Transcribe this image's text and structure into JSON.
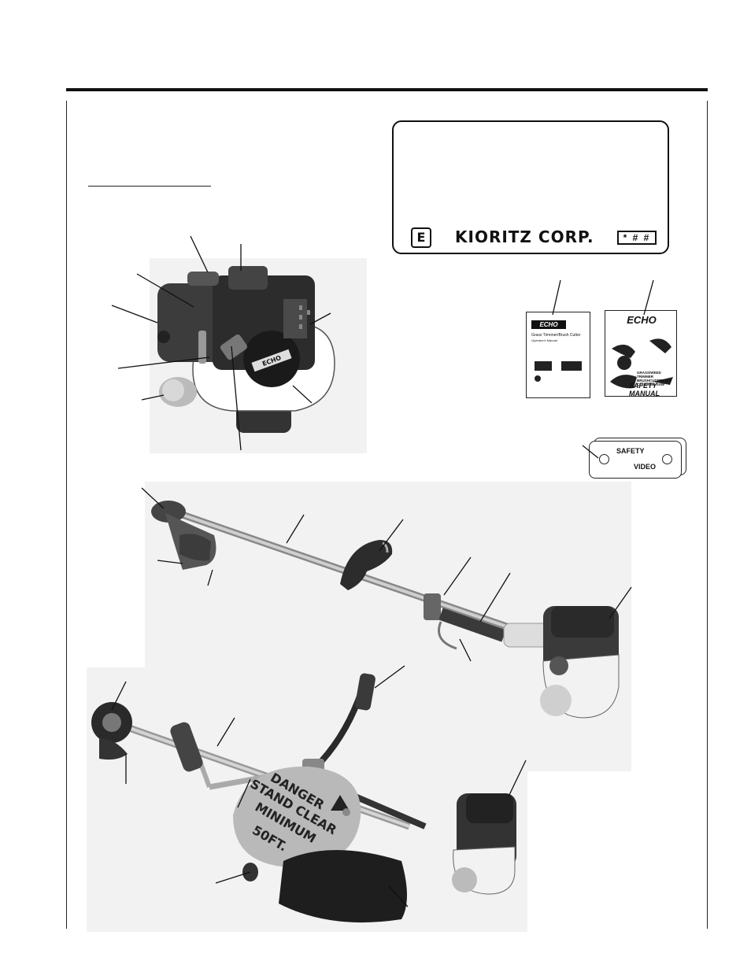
{
  "serial_label": {
    "logo": "E",
    "company": "KIORITZ  CORP.",
    "code": "* # #"
  },
  "operators_manual": {
    "brand": "ECHO",
    "title": "Grass Trimmer/Brush Cutter",
    "subtitle": "Operator's Manual"
  },
  "safety_manual": {
    "brand": "ECHO",
    "subtitle": "GRASS/WEED TRIMMER BRUSHCUTTER and CLEARING SAW",
    "title": "SAFETY MANUAL"
  },
  "safety_video": {
    "line1": "SAFETY",
    "line2": "VIDEO"
  },
  "danger_sign": {
    "line1": "DANGER",
    "line2": "STAND CLEAR",
    "line3": "MINIMUM",
    "line4": "50FT."
  },
  "engine_logo": "ECHO",
  "colors": {
    "ink": "#111111",
    "photo_bg": "#f2f2f2",
    "tank": "#ffffff"
  }
}
